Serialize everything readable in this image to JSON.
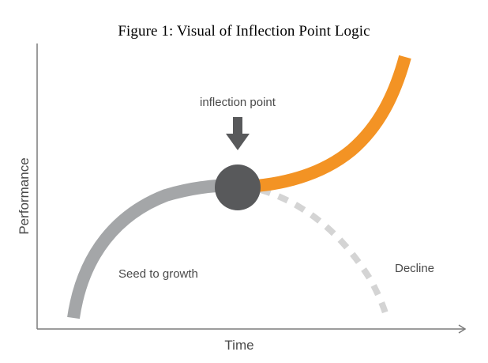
{
  "figure": {
    "title": "Figure 1: Visual of Inflection Point Logic"
  },
  "diagram": {
    "annotation": "inflection point",
    "segments": {
      "growth": "Seed to growth",
      "decline": "Decline"
    },
    "axes": {
      "x_label": "Time",
      "y_label": "Performance"
    },
    "colors": {
      "growth_curve": "#a4a6a8",
      "rise_curve": "#f39324",
      "decline_curve": "#d4d4d4",
      "inflection_marker": "#58595b",
      "arrow": "#58595b",
      "axis": "#7b7b7b",
      "label_text": "#4a4a4a"
    },
    "icons": {
      "pointer": "down-arrow-icon",
      "marker": "inflection-point-marker"
    }
  }
}
